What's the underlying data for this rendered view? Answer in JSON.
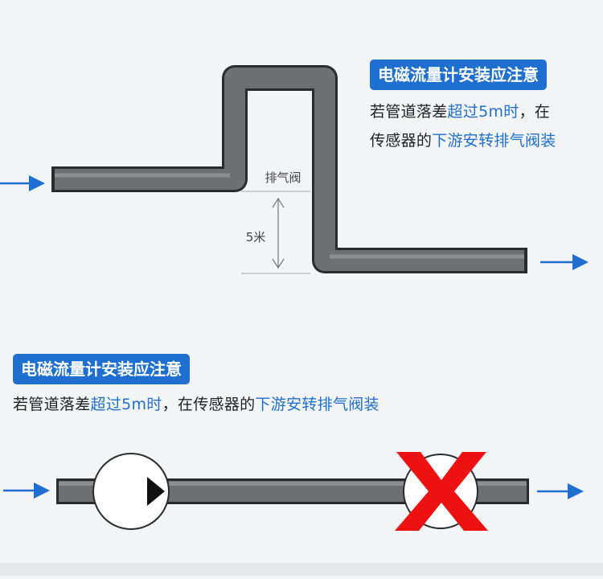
{
  "colors": {
    "accent": "#1e6fd0",
    "pipe_fill": "#6e6f72",
    "pipe_stroke": "#2a2b2e",
    "cross": "#ee1111",
    "arrow": "#1e6fd0"
  },
  "top_section": {
    "badge": "电磁流量计安装应注意",
    "line1": {
      "a": "若管道落差",
      "b": "超过5m时",
      "c": "，在"
    },
    "line2": {
      "a": "传感器的",
      "b": "下游安转排气阀装"
    },
    "valve_label": "排气阀",
    "height_label": "5米"
  },
  "bottom_section": {
    "badge": "电磁流量计安装应注意",
    "line": {
      "a": "若管道落差",
      "b": "超过5m时",
      "c": "，在传感器的",
      "d": "下游安转排气阀装"
    }
  },
  "icons": {
    "flow_in": "arrow-right-icon",
    "flow_out": "arrow-right-icon",
    "meter": "play-triangle-icon",
    "wrong": "red-cross-icon"
  }
}
